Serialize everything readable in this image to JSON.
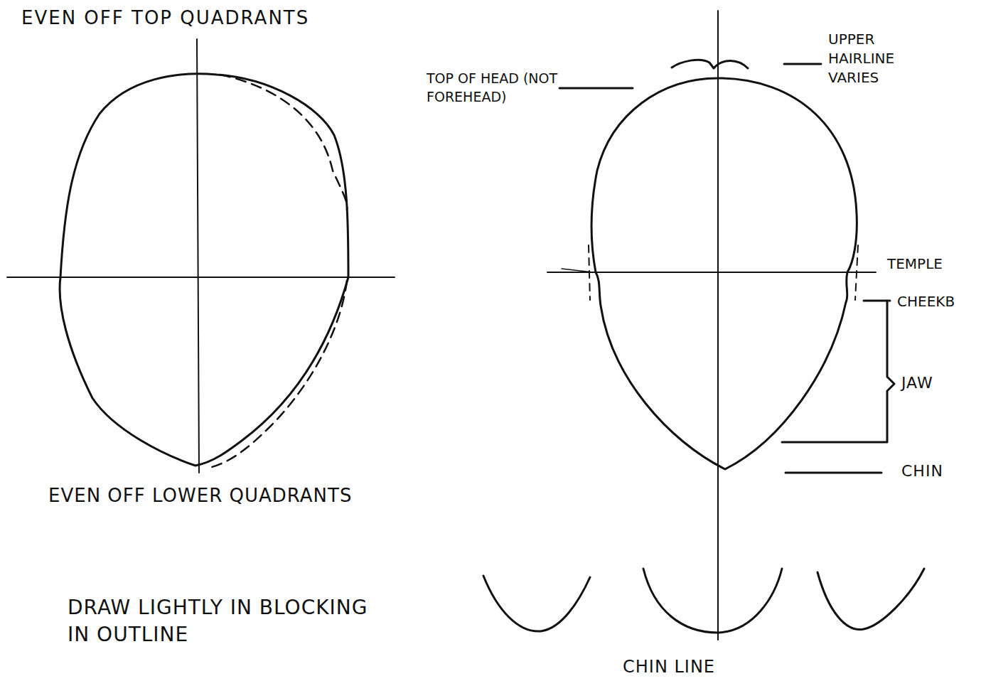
{
  "diagram": {
    "labels": [
      "EVEN OFF TOP QUADRANTS",
      "EVEN OFF LOWER QUADRANTS",
      "DRAW LIGHTLY IN BLOCKING IN OUTLINE",
      "TOP OF HEAD (NOT FOREHEAD)",
      "UPPER HAIRLINE VARIES",
      "TEMPLE",
      "CHEEKB",
      "JAW",
      "CHIN",
      "CHIN LINE"
    ]
  }
}
